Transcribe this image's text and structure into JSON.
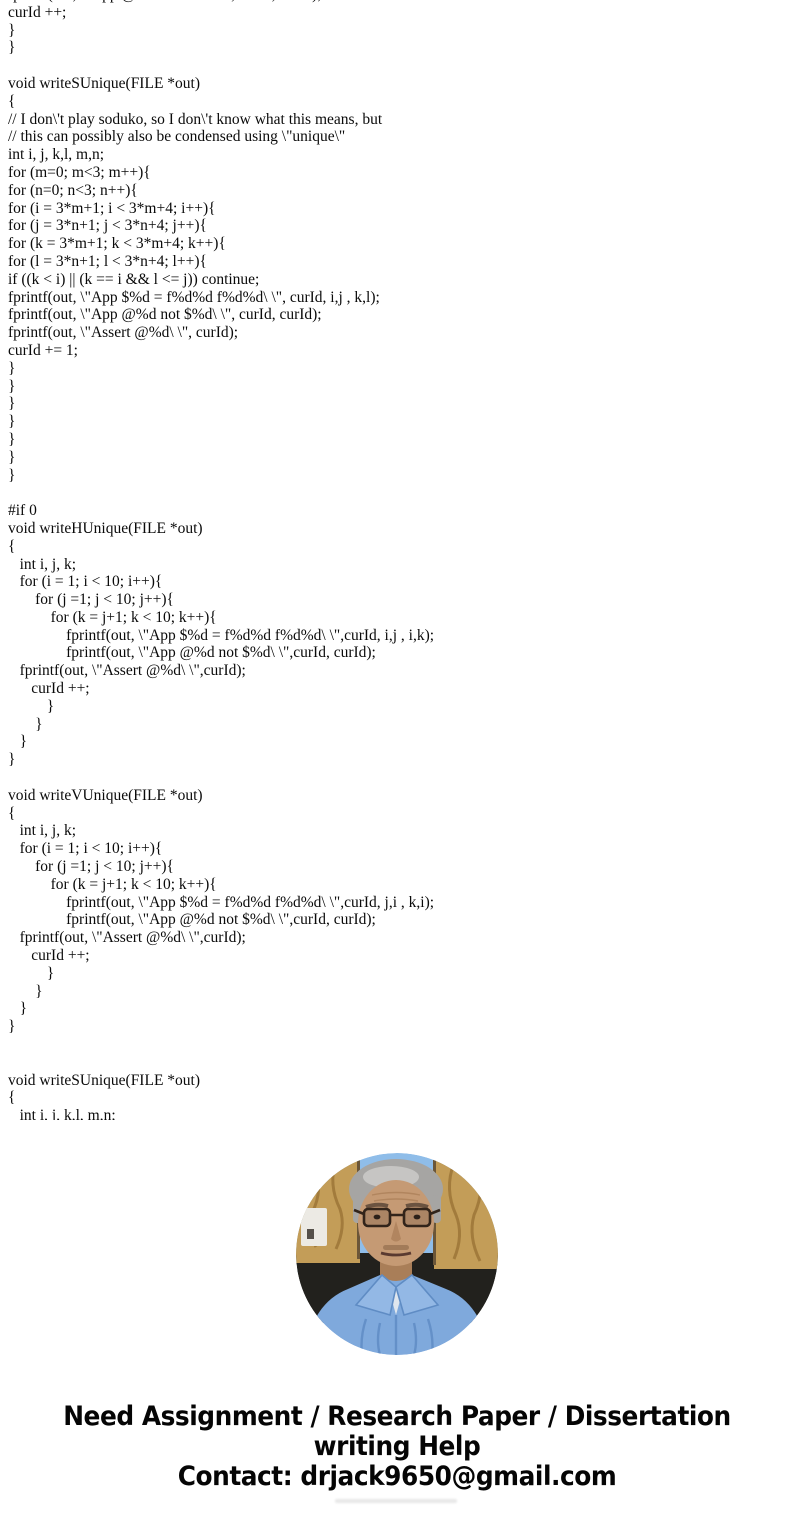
{
  "code": {
    "lines": [
      "fprintf(out, \\\"App @%d not $%d\\ \\\", curId, curId);",
      "curId ++;",
      "}",
      "}",
      "",
      "void writeSUnique(FILE *out)",
      "{",
      "// I don\\'t play soduko, so I don\\'t know what this means, but",
      "// this can possibly also be condensed using \\\"unique\\\"",
      "int i, j, k,l, m,n;",
      "for (m=0; m<3; m++){",
      "for (n=0; n<3; n++){",
      "for (i = 3*m+1; i < 3*m+4; i++){",
      "for (j = 3*n+1; j < 3*n+4; j++){",
      "for (k = 3*m+1; k < 3*m+4; k++){",
      "for (l = 3*n+1; l < 3*n+4; l++){",
      "if ((k < i) || (k == i && l <= j)) continue;",
      "fprintf(out, \\\"App $%d = f%d%d f%d%d\\ \\\", curId, i,j , k,l);",
      "fprintf(out, \\\"App @%d not $%d\\ \\\", curId, curId);",
      "fprintf(out, \\\"Assert @%d\\ \\\", curId);",
      "curId += 1;",
      "}",
      "}",
      "}",
      "}",
      "}",
      "}",
      "}",
      "",
      "#if 0",
      "void writeHUnique(FILE *out)",
      "{",
      "   int i, j, k;",
      "   for (i = 1; i < 10; i++){",
      "       for (j =1; j < 10; j++){",
      "           for (k = j+1; k < 10; k++){",
      "               fprintf(out, \\\"App $%d = f%d%d f%d%d\\ \\\",curId, i,j , i,k);",
      "               fprintf(out, \\\"App @%d not $%d\\ \\\",curId, curId);",
      "   fprintf(out, \\\"Assert @%d\\ \\\",curId);",
      "      curId ++;",
      "          }",
      "       }",
      "   }",
      "}",
      "",
      "void writeVUnique(FILE *out)",
      "{",
      "   int i, j, k;",
      "   for (i = 1; i < 10; i++){",
      "       for (j =1; j < 10; j++){",
      "           for (k = j+1; k < 10; k++){",
      "               fprintf(out, \\\"App $%d = f%d%d f%d%d\\ \\\",curId, j,i , k,i);",
      "               fprintf(out, \\\"App @%d not $%d\\ \\\",curId, curId);",
      "   fprintf(out, \\\"Assert @%d\\ \\\",curId);",
      "      curId ++;",
      "          }",
      "       }",
      "   }",
      "}",
      "",
      "",
      "void writeSUnique(FILE *out)",
      "{",
      "   int i, j, k,l, m,n;"
    ]
  },
  "portrait": {
    "description": "circular photo of an elderly man with gray hair and glasses wearing a light blue collared shirt, wood-paneled wall and light switch behind him",
    "colors": {
      "sky": "#8fbde9",
      "wood": "#c39d58",
      "wood_streak": "#9a7436",
      "wood_trim": "#6b5638",
      "plate": "#eceae4",
      "band": "#22211d",
      "shirt": "#7fa9dc",
      "shirt_light": "#93b8e5",
      "shirt_dark": "#5f8cc4",
      "collar_white": "#dfe6ee",
      "skin": "#c59a74",
      "skin_dark": "#a97e58",
      "hair": "#a6a5a3",
      "hair_light": "#c6c5c3",
      "frame": "#32241a",
      "feature_dark": "#5a3a30"
    }
  },
  "footer": {
    "lines": [
      "Need Assignment / Research Paper / Dissertation",
      "writing Help",
      "Contact: drjack9650@gmail.com"
    ]
  }
}
